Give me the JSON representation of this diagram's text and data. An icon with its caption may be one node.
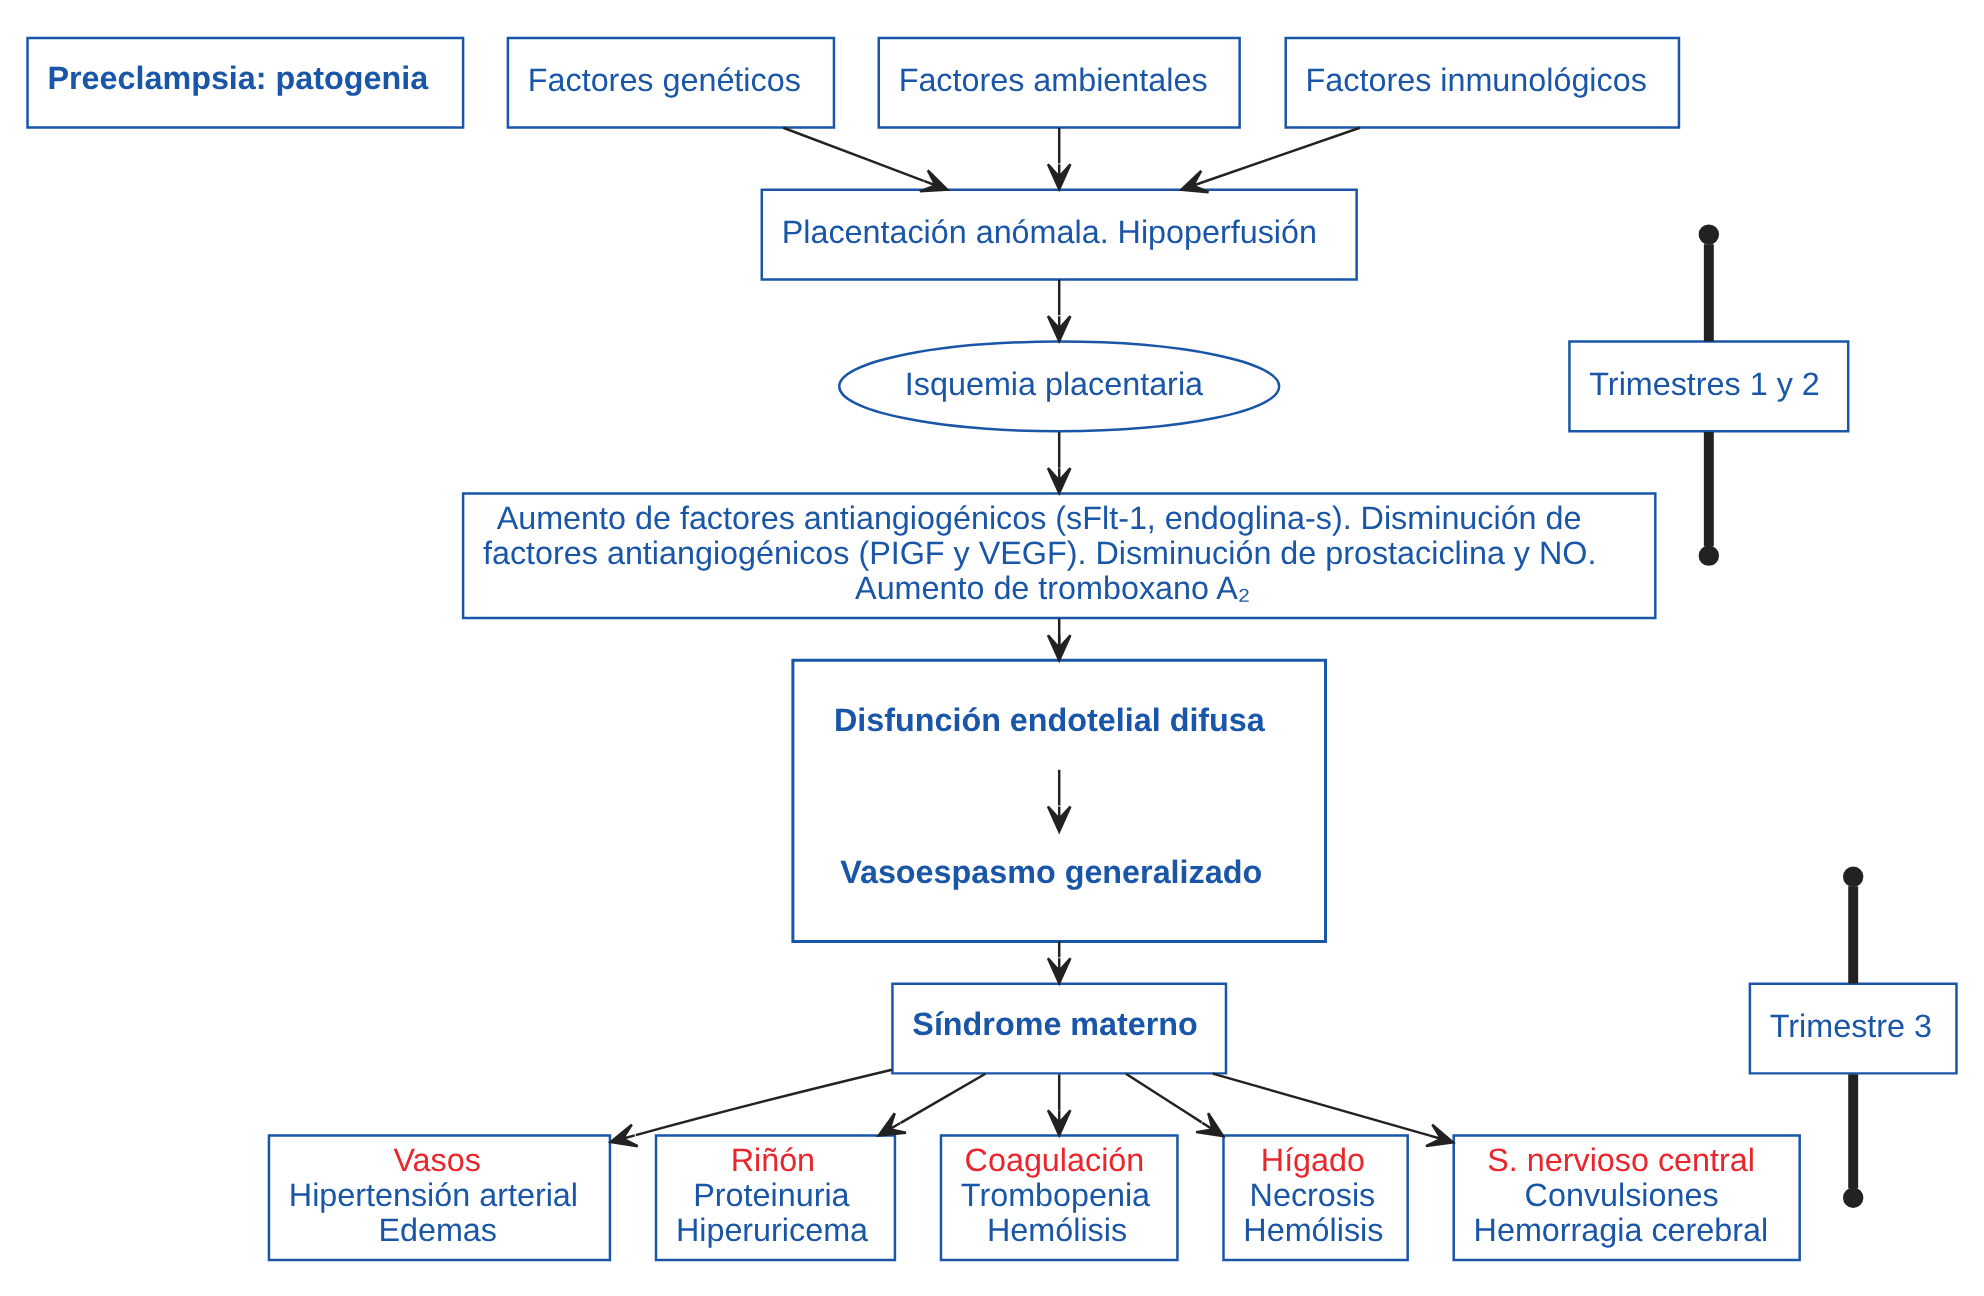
{
  "diagram": {
    "nodes": [
      {
        "text": [
          "Preeclampsia: patogenia"
        ]
      },
      {
        "text": [
          "Factores genéticos"
        ]
      },
      {
        "text": [
          "Factores ambientales"
        ]
      },
      {
        "text": [
          "Factores inmunológicos"
        ]
      },
      {
        "text": [
          "Placentación anómala. Hipoperfusión"
        ]
      },
      {
        "text": [
          "Isquemia placentaria"
        ]
      },
      {
        "text": [
          "Aumento de factores antiangiogénicos (sFlt-1, endoglina-s). Disminución de factores antiangiogénicos (PIGF y VEGF). Disminución de prostaciclina y NO. Aumento de tromboxano A₂"
        ]
      },
      {
        "text": [],
        "shape": "box"
      },
      {
        "text": [
          "Disfunción endotelial difusa"
        ],
        "in": 7
      },
      {
        "text": [
          "Vasoespasmo generalizado"
        ],
        "in": 7
      },
      {
        "text": [
          "Síndrome materno"
        ]
      },
      {
        "text": [
          "Vasos",
          "Hipertensión arterial",
          "Edemas"
        ]
      },
      {
        "text": [
          "Riñón",
          "Proteinuria",
          "Hiperuricema"
        ]
      },
      {
        "text": [
          "Coagulación",
          "Trombopenia",
          "Hemólisis"
        ]
      },
      {
        "text": [
          "Hígado",
          "Necrosis",
          "Hemólisis"
        ]
      },
      {
        "text": [
          "S. nervioso central",
          "Convulsiones",
          "Hemorragia cerebral"
        ]
      },
      {
        "text": [
          "Trimestres 1 y 2"
        ]
      },
      {
        "text": [],
        "shape": "circle"
      },
      {
        "text": [],
        "shape": "circle"
      },
      {
        "text": [
          "Trimestre 3"
        ]
      },
      {
        "text": [],
        "shape": "circle"
      },
      {
        "text": [],
        "shape": "circle"
      }
    ],
    "edges": [
      {
        "from": 1,
        "to": 4,
        "arrow": "to"
      },
      {
        "from": 2,
        "to": 4,
        "arrow": "to"
      },
      {
        "from": 3,
        "to": 4,
        "arrow": "to"
      },
      {
        "from": 4,
        "to": 5,
        "arrow": "to"
      },
      {
        "from": 5,
        "to": 6,
        "arrow": "to"
      },
      {
        "from": 6,
        "to": 7,
        "arrow": "to"
      },
      {
        "from": 8,
        "to": 9,
        "arrow": "to"
      },
      {
        "from": 7,
        "to": 10,
        "arrow": "to"
      },
      {
        "from": 10,
        "to": 11,
        "arrow": "to"
      },
      {
        "from": 10,
        "to": 12,
        "arrow": "to"
      },
      {
        "from": 10,
        "to": 13,
        "arrow": "to"
      },
      {
        "from": 10,
        "to": 14,
        "arrow": "to"
      },
      {
        "from": 10,
        "to": 15,
        "arrow": "to"
      },
      {
        "from": 16,
        "to": 17,
        "arrow": "none",
        "style": "thick"
      },
      {
        "from": 16,
        "to": 18,
        "arrow": "none",
        "style": "thick"
      },
      {
        "from": 19,
        "to": 20,
        "arrow": "none",
        "style": "thick"
      },
      {
        "from": 19,
        "to": 21,
        "arrow": "none",
        "style": "thick"
      }
    ]
  }
}
